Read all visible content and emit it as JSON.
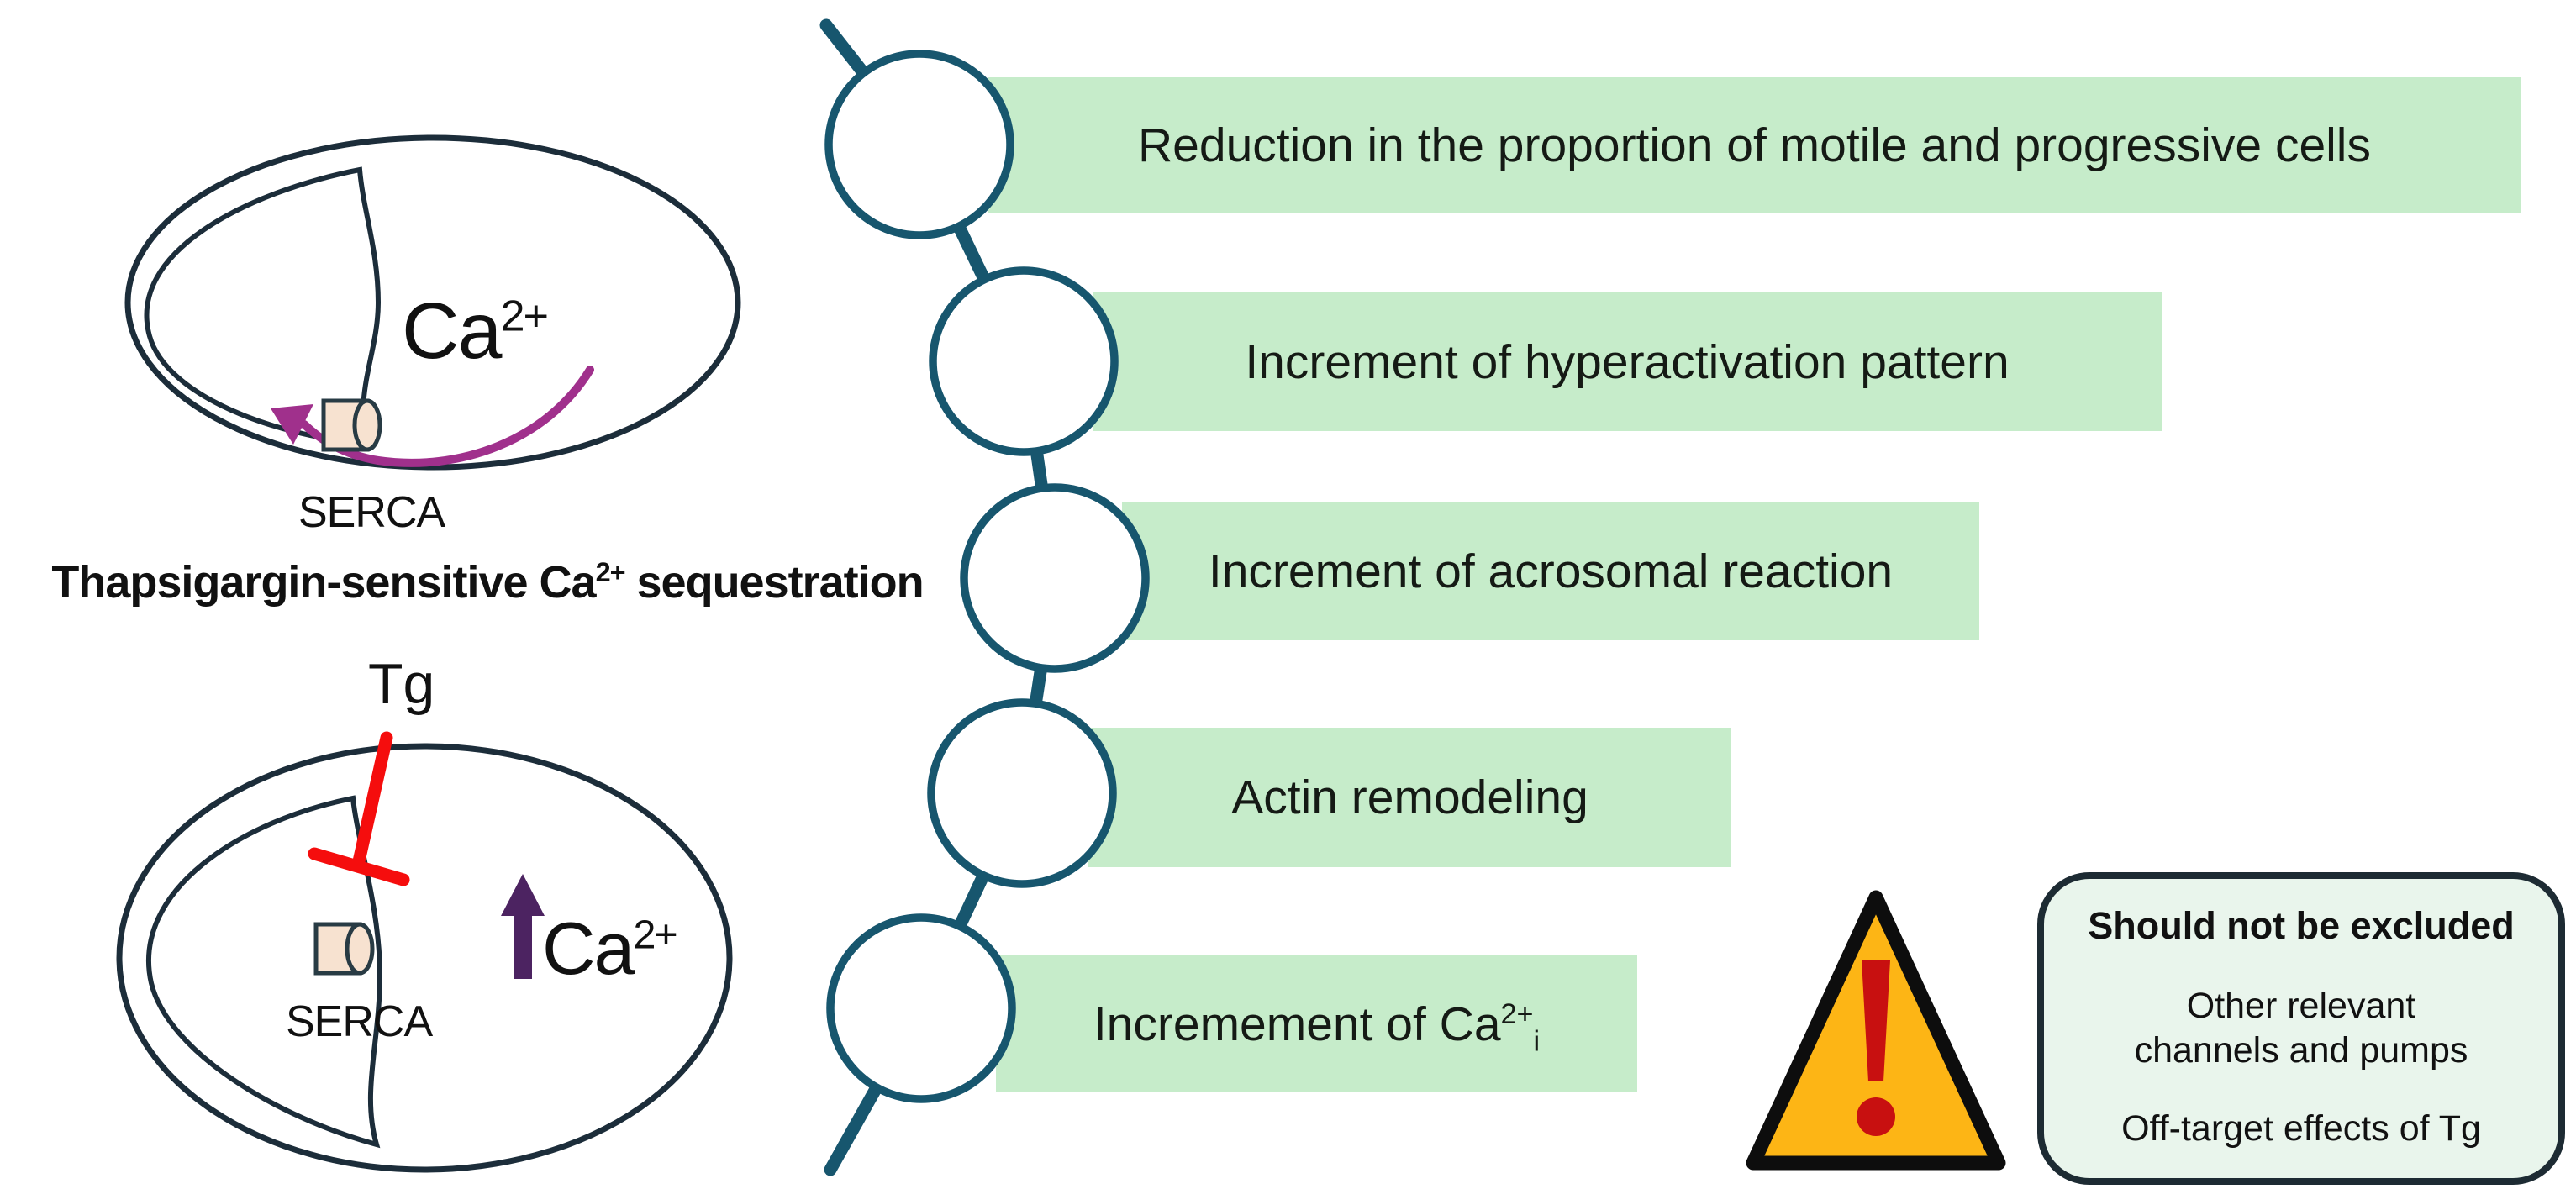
{
  "title": {
    "before_sup": "Thapsigargin-sensitive Ca",
    "sup": "2+",
    "after_sup": " sequestration"
  },
  "top_cell": {
    "ca_base": "Ca",
    "ca_sup": "2+",
    "pump_label": "SERCA"
  },
  "bottom_cell": {
    "tg_label": "Tg",
    "ca_base": "Ca",
    "ca_sup": "2+",
    "pump_label": "SERCA"
  },
  "effects": [
    {
      "label": "Reduction in the proportion of motile and progressive cells"
    },
    {
      "label": "Increment of hyperactivation pattern"
    },
    {
      "label": "Increment of acrosomal reaction"
    },
    {
      "label": "Actin remodeling"
    },
    {
      "label_prefix": "Incremement of Ca",
      "sup": "2+",
      "sub": "i"
    }
  ],
  "note_box": {
    "title": "Should not be excluded",
    "line1": "Other relevant",
    "line2": "channels and pumps",
    "line3": "Off-target effects of Tg"
  },
  "icons": [
    "serca-pump-icon",
    "ca-influx-arrow-icon",
    "tg-inhibition-icon",
    "ca-increase-arrow-icon",
    "chain-node-icon",
    "warning-triangle-icon"
  ],
  "colors": {
    "bar_green": "#c6ecca",
    "note_box_green": "#e9f5ec",
    "chain_teal": "#17566e",
    "cell_outline": "#1c2d3a",
    "pump_fill": "#f7e2d0",
    "inhibit_red": "#f50d0d",
    "influx_magenta": "#a0308c",
    "increase_purple": "#4c2361",
    "warning_yellow": "#fdb515",
    "warning_red": "#c81010",
    "text_dark": "#111111"
  }
}
